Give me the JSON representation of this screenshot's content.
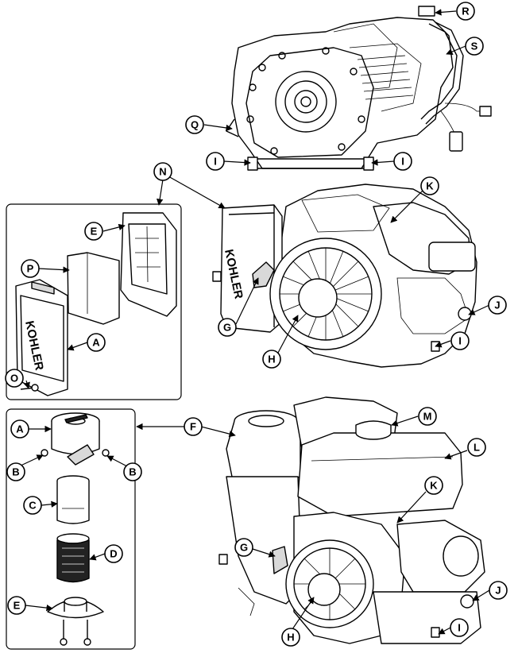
{
  "labels": {
    "A": "A",
    "B": "B",
    "C": "C",
    "D": "D",
    "E": "E",
    "F": "F",
    "G": "G",
    "H": "H",
    "I": "I",
    "J": "J",
    "K": "K",
    "L": "L",
    "M": "M",
    "N": "N",
    "O": "O",
    "P": "P",
    "Q": "Q",
    "R": "R",
    "S": "S"
  },
  "logos": {
    "brand": "KOHLER"
  }
}
